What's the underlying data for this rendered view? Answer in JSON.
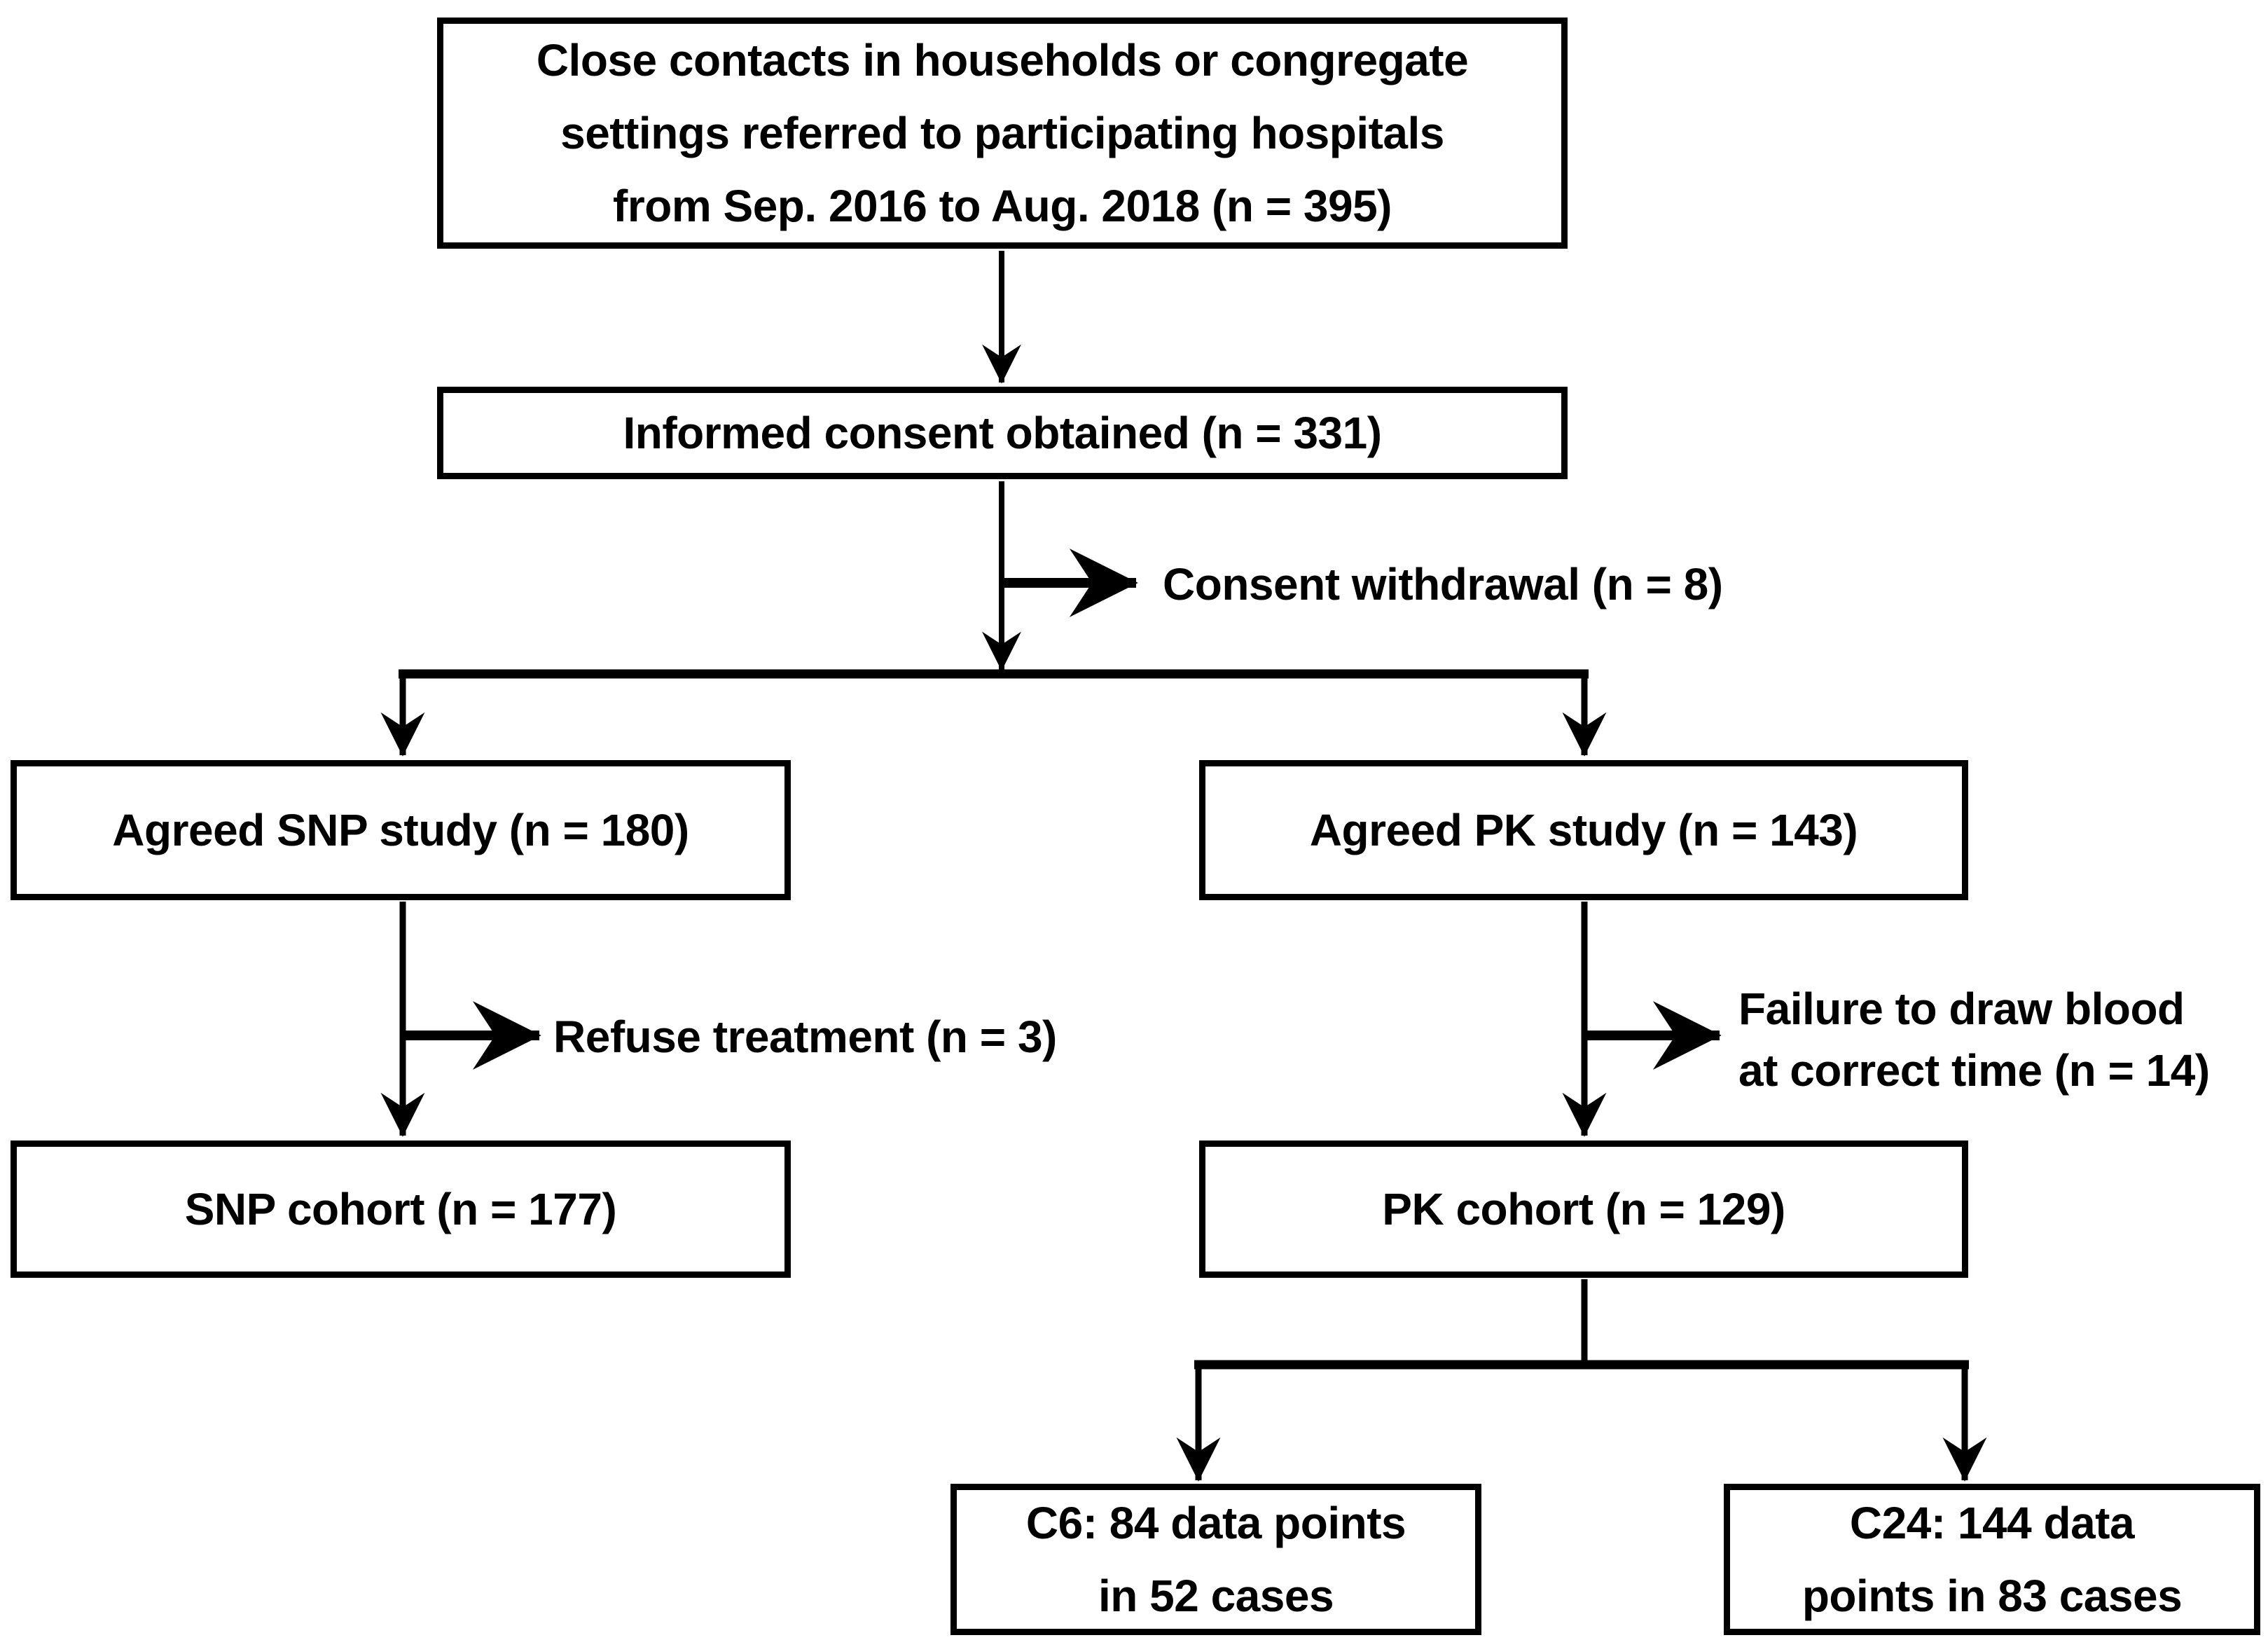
{
  "nodes": {
    "referred": {
      "lines": [
        "Close contacts in households or congregate",
        "settings referred to participating hospitals",
        "from Sep. 2016 to Aug. 2018 (n = 395)"
      ]
    },
    "consent": {
      "label": "Informed consent obtained (n = 331)"
    },
    "agreed_snp": {
      "label": "Agreed SNP study (n = 180)"
    },
    "agreed_pk": {
      "label": "Agreed PK study (n = 143)"
    },
    "snp_cohort": {
      "label": "SNP cohort (n = 177)"
    },
    "pk_cohort": {
      "label": "PK cohort (n = 129)"
    },
    "c6": {
      "lines": [
        "C6: 84 data points",
        "in 52 cases"
      ]
    },
    "c24": {
      "lines": [
        "C24: 144 data",
        "points in 83 cases"
      ]
    }
  },
  "exclusions": {
    "consent_withdrawal": {
      "label": "Consent withdrawal (n = 8)"
    },
    "refuse_treatment": {
      "label": "Refuse treatment (n = 3)"
    },
    "failure_blood": {
      "lines": [
        "Failure to draw blood",
        "at correct time (n = 14)"
      ]
    }
  },
  "colors": {
    "background": "#ffffff",
    "line": "#000000",
    "box_fill": "#ffffff",
    "text": "#000000"
  }
}
